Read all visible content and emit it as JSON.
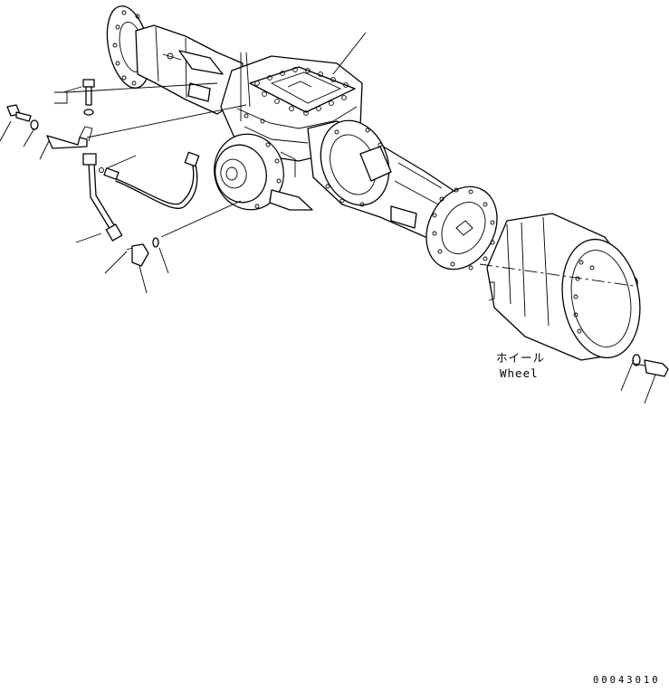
{
  "labels": {
    "wheel_jp": "ホイール",
    "wheel_en": "Wheel"
  },
  "figure_number": "00043010",
  "icons": [
    "axle-housing",
    "wheel-rim",
    "hose",
    "pipe",
    "bolt",
    "washer",
    "bracket",
    "elbow-fitting",
    "o-ring"
  ]
}
